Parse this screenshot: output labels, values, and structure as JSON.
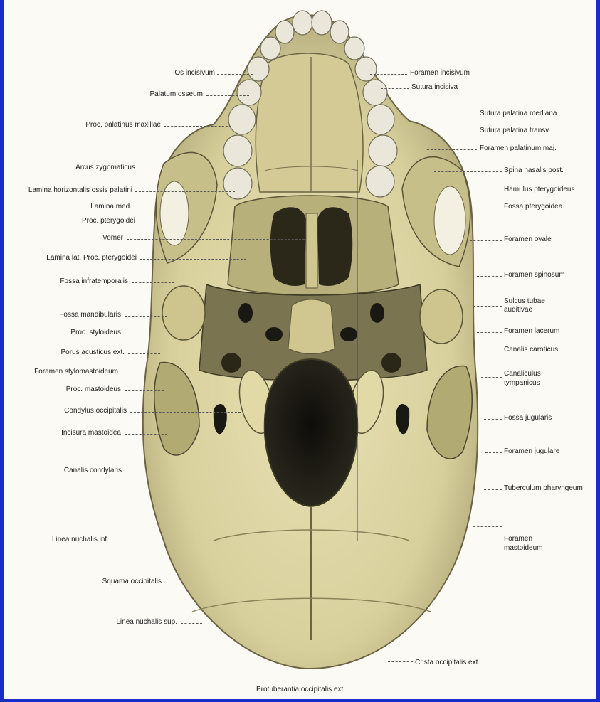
{
  "colors": {
    "bone": "#ddd6a6",
    "bone_shadow": "#9c9565",
    "bone_dark": "#3d3a25",
    "foramen": "#151310",
    "teeth": "#eae7da",
    "frame": "#1a2cc8",
    "background": "#fbfaf4"
  },
  "labels_left": [
    "Os incisivum",
    "Palatum osseum",
    "Proc. palatinus maxillae",
    "Arcus zygomaticus",
    "Lamina horizontalis ossis palatini",
    "Lamina med.",
    "Proc. pterygoidei",
    "Vomer",
    "Lamina lat. Proc. pterygoidei",
    "Fossa infratemporalis",
    "Fossa mandibularis",
    "Proc. styloideus",
    "Porus acusticus ext.",
    "Foramen stylomastoideum",
    "Proc. mastoideus",
    "Condylus occipitalis",
    "Incisura mastoidea",
    "Canalis condylaris",
    "Linea nuchalis inf.",
    "Squama occipitalis",
    "Linea nuchalis sup."
  ],
  "labels_right": [
    "Foramen incisivum",
    "Sutura incisiva",
    "Sutura palatina mediana",
    "Sutura palatina transv.",
    "Foramen palatinum maj.",
    "Spina nasalis post.",
    "Hamulus pterygoideus",
    "Fossa pterygoidea",
    "Foramen ovale",
    "Foramen spinosum",
    "Sulcus tubae",
    "auditivae",
    "Foramen lacerum",
    "Canalis caroticus",
    "Canaliculus",
    "tympanicus",
    "Fossa jugularis",
    "Foramen jugulare",
    "Tuberculum pharyngeum",
    "Foramen",
    "mastoideum",
    "Crista occipitalis ext."
  ],
  "labels_bottom": [
    "Protuberantia occipitalis ext."
  ]
}
